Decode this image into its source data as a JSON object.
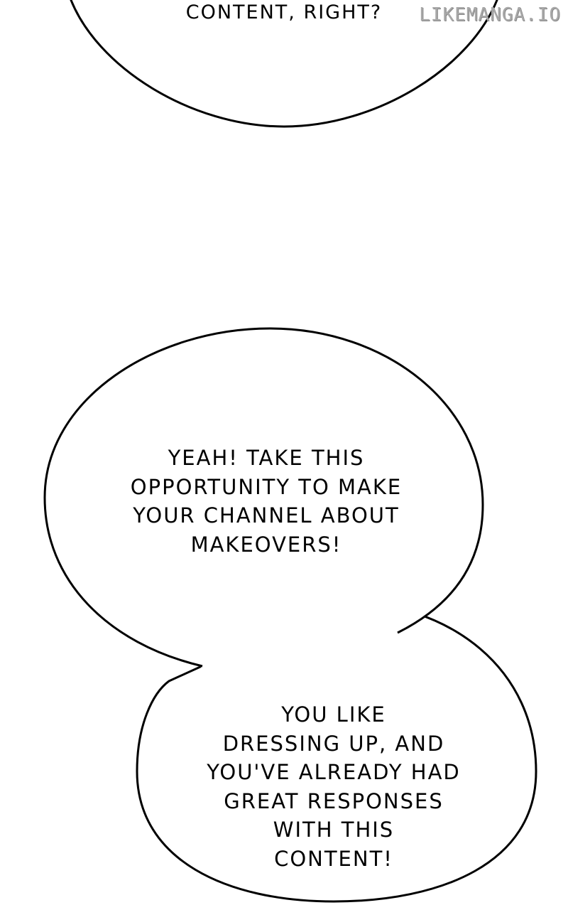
{
  "watermark": "LIKEMANGA.IO",
  "bubbles": {
    "top": {
      "lines": [
        "CONTENT, RIGHT?"
      ]
    },
    "main": {
      "lines": [
        "YEAH! TAKE THIS",
        "OPPORTUNITY TO MAKE",
        "YOUR CHANNEL ABOUT",
        "MAKEOVERS!"
      ]
    },
    "lower": {
      "lines": [
        "YOU LIKE",
        "DRESSING UP, AND",
        "YOU'VE ALREADY HAD",
        "GREAT RESPONSES",
        "WITH THIS",
        "CONTENT!"
      ]
    }
  },
  "colors": {
    "background": "#ffffff",
    "outline": "#000000",
    "watermark": "#a8a8a8"
  }
}
